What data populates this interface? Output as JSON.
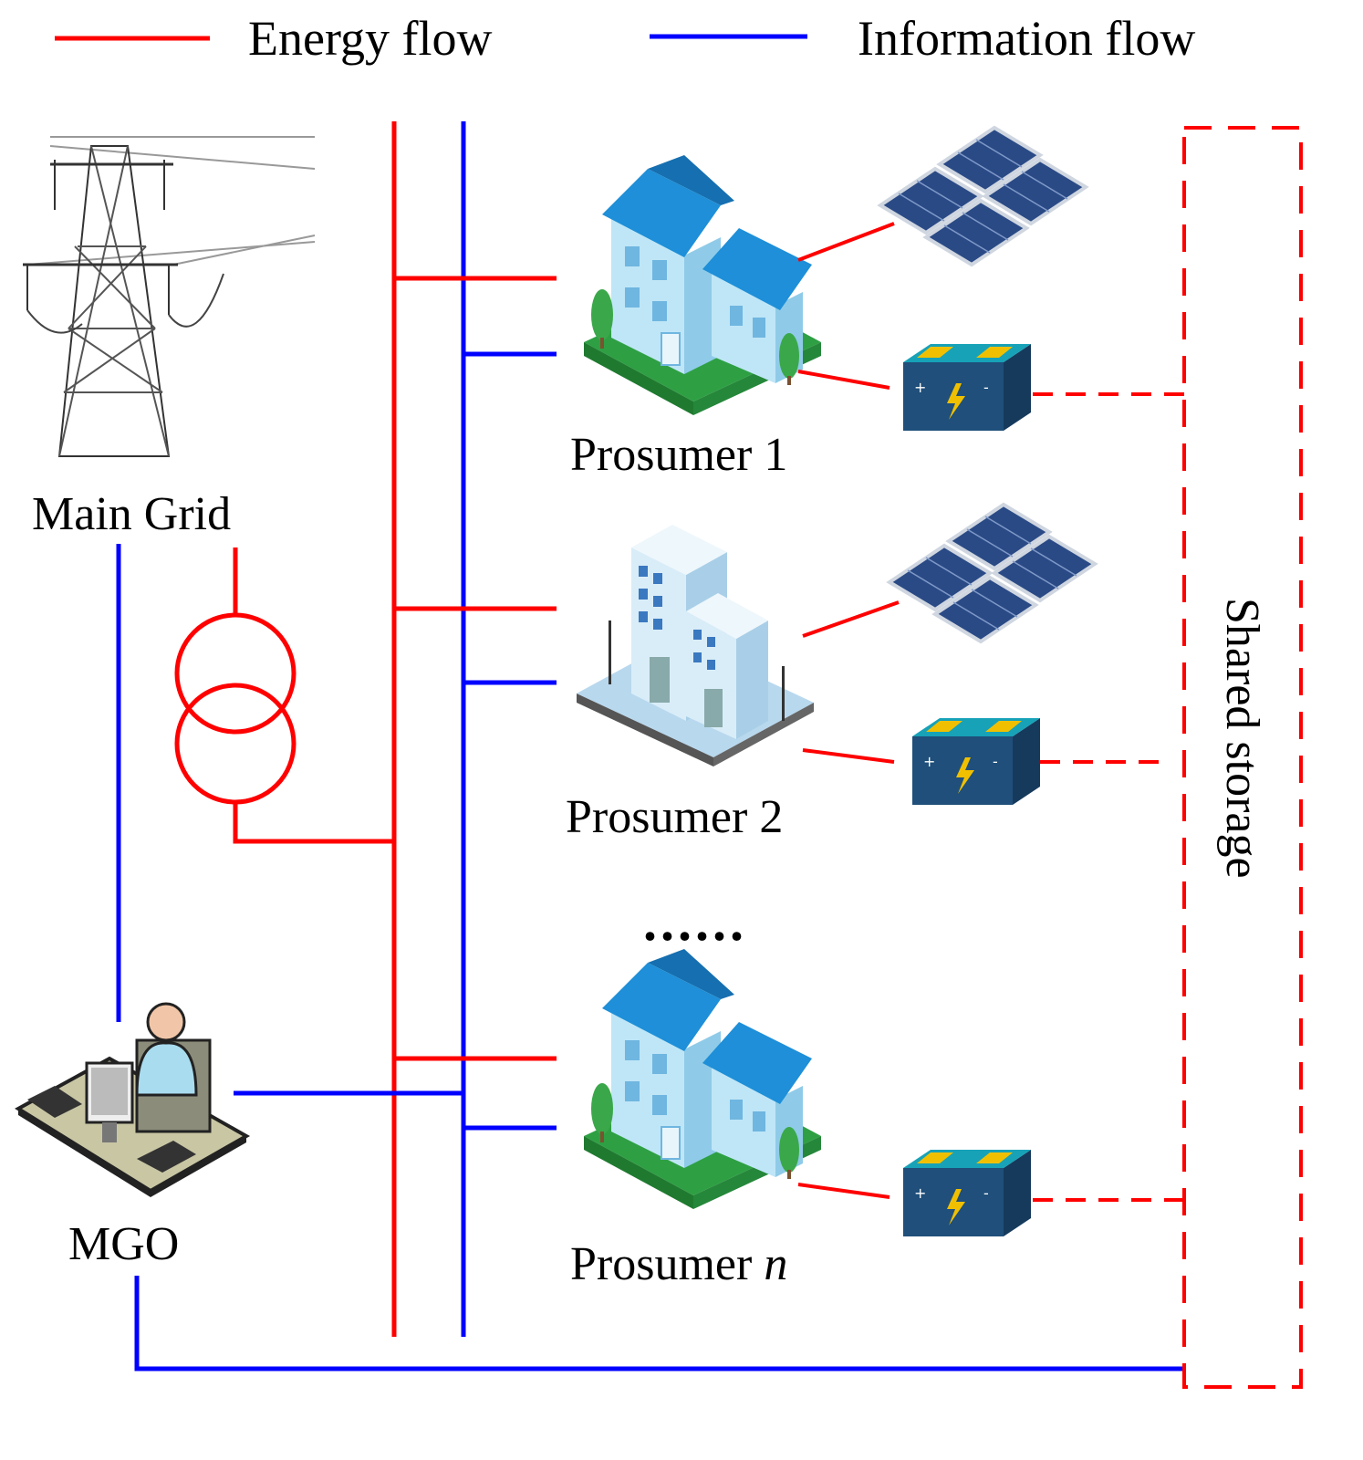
{
  "colors": {
    "energy": "#ff0000",
    "information": "#0000ff",
    "house_roof": "#1e8fd8",
    "house_wall": "#bfe6f7",
    "grass": "#2ea043",
    "battery_body": "#1f4f7a",
    "battery_top": "#17a2b8",
    "battery_terminal": "#f0c000",
    "panel": "#2a4a86"
  },
  "legend": {
    "energy_label": "Energy flow",
    "information_label": "Information flow"
  },
  "nodes": {
    "main_grid": {
      "label": "Main Grid",
      "icon": "transmission-tower-icon"
    },
    "mgo": {
      "label": "MGO",
      "icon": "operator-workstation-icon"
    },
    "transformer": {
      "icon": "transformer-icon"
    },
    "prosumers": [
      {
        "label": "Prosumer 1",
        "icon": "house-icon",
        "has_pv": true,
        "has_battery": true
      },
      {
        "label": "Prosumer 2",
        "icon": "office-building-icon",
        "has_pv": true,
        "has_battery": true
      },
      {
        "label_prefix": "Prosumer ",
        "label_index": "n",
        "icon": "house-icon",
        "has_pv": false,
        "has_battery": true
      }
    ],
    "ellipsis": "......",
    "shared_storage": {
      "label": "Shared storage"
    }
  }
}
